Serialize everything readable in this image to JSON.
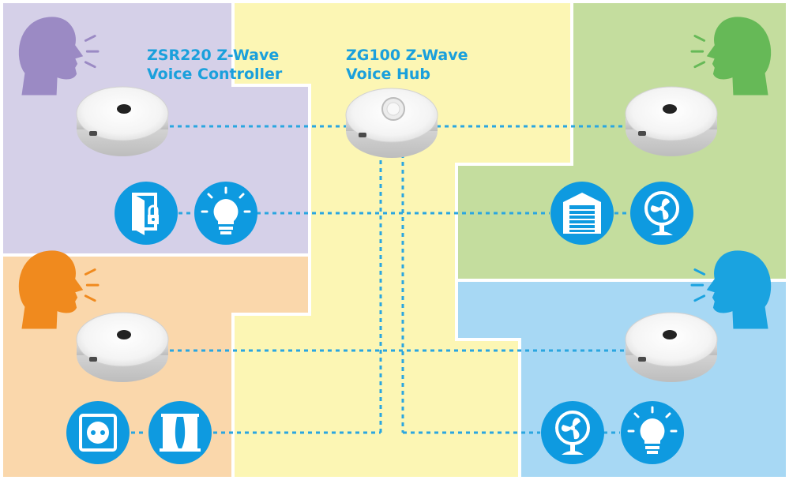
{
  "controller_label": {
    "line1": "ZSR220 Z-Wave",
    "line2": "Voice Controller"
  },
  "hub_label": {
    "line1": "ZG100 Z-Wave",
    "line2": "Voice Hub"
  },
  "colors": {
    "zone_purple": "#d5d0e8",
    "zone_green": "#c4dd9e",
    "zone_orange": "#fad7ab",
    "zone_blue": "#a7d8f4",
    "zone_yellow": "#fcf6b4",
    "head_purple": "#9b8ac4",
    "head_green": "#66b957",
    "head_orange": "#f08a1e",
    "head_blue": "#1aa3e0",
    "icon_circle": "#0e9ae0",
    "link_line": "#2aa6e0",
    "label_text": "#1aa0dc"
  },
  "icons": [
    "speaking-head",
    "door-lock",
    "light-bulb",
    "garage-door",
    "fan",
    "power-socket",
    "curtains"
  ]
}
